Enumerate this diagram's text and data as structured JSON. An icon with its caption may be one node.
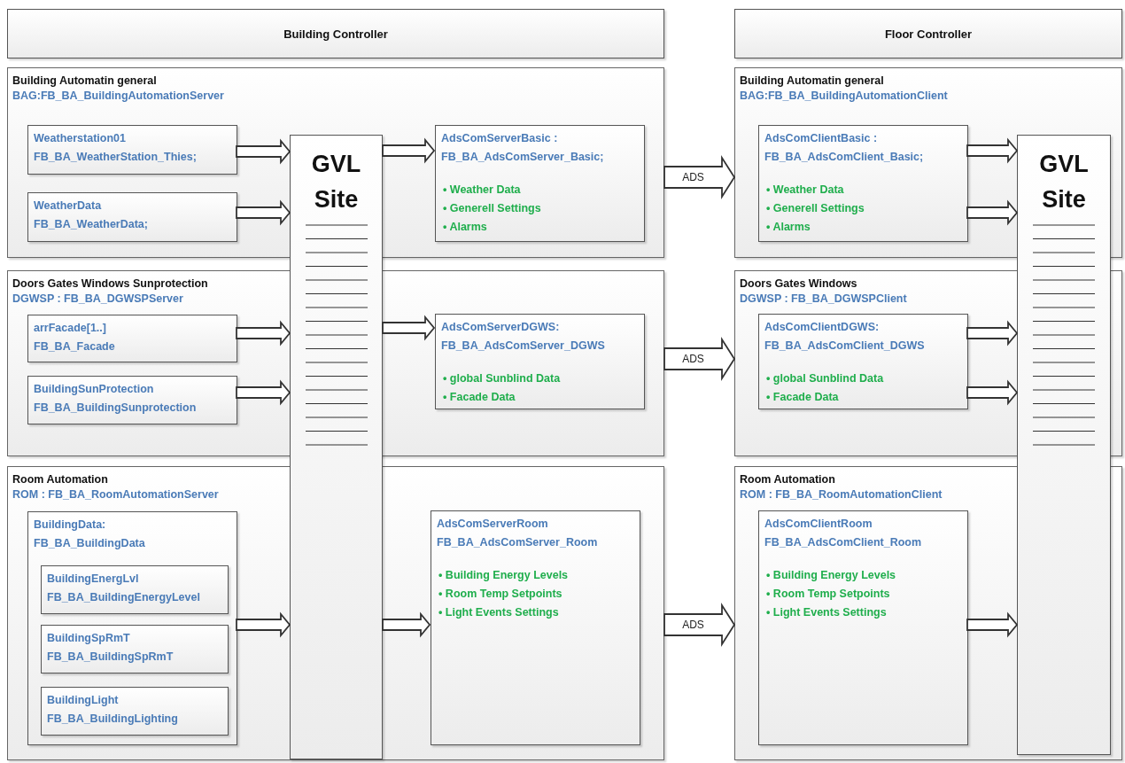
{
  "diagram": {
    "nodes": [
      {
        "text": [
          "Building Controller"
        ]
      },
      {
        "text": [
          "Floor Controller"
        ]
      },
      {
        "text": [
          "Building Automatin general",
          "BAG:FB_BA_BuildingAutomationServer"
        ]
      },
      {
        "text": [
          "Weatherstation01",
          "FB_BA_WeatherStation_Thies;"
        ],
        "in": 2
      },
      {
        "text": [
          "WeatherData",
          "FB_BA_WeatherData;"
        ],
        "in": 2
      },
      {
        "text": [
          "GVL Site"
        ]
      },
      {
        "text": [
          "AdsComServerBasic :",
          "FB_BA_AdsComServer_Basic;",
          "• Weather Data",
          "• Generell Settings",
          "• Alarms"
        ],
        "in": 2
      },
      {
        "text": [
          "Doors Gates Windows Sunprotection",
          "DGWSP : FB_BA_DGWSPServer"
        ]
      },
      {
        "text": [
          "arrFacade[1..]",
          "FB_BA_Facade"
        ],
        "in": 7
      },
      {
        "text": [
          "BuildingSunProtection",
          "FB_BA_BuildingSunprotection"
        ],
        "in": 7
      },
      {
        "text": [
          "AdsComServerDGWS:",
          "FB_BA_AdsComServer_DGWS",
          "• global Sunblind Data",
          "• Facade Data"
        ],
        "in": 7
      },
      {
        "text": [
          "Room Automation",
          "ROM : FB_BA_RoomAutomationServer"
        ]
      },
      {
        "text": [
          "BuildingData:",
          "FB_BA_BuildingData"
        ],
        "in": 11
      },
      {
        "text": [
          "BuildingEnergLvl",
          "FB_BA_BuildingEnergyLevel"
        ],
        "in": 12
      },
      {
        "text": [
          "BuildingSpRmT",
          "FB_BA_BuildingSpRmT"
        ],
        "in": 12
      },
      {
        "text": [
          "BuildingLight",
          "FB_BA_BuildingLighting"
        ],
        "in": 12
      },
      {
        "text": [
          "AdsComServerRoom",
          "FB_BA_AdsComServer_Room",
          "• Building Energy Levels",
          "• Room Temp Setpoints",
          "• Light Events Settings"
        ],
        "in": 11
      },
      {
        "text": [
          "Building Automatin general",
          "BAG:FB_BA_BuildingAutomationClient"
        ]
      },
      {
        "text": [
          "AdsComClientBasic :",
          "FB_BA_AdsComClient_Basic;",
          "• Weather Data",
          "• Generell Settings",
          "• Alarms"
        ],
        "in": 17
      },
      {
        "text": [
          "GVL Site"
        ]
      },
      {
        "text": [
          "Doors Gates Windows",
          "DGWSP : FB_BA_DGWSPClient"
        ]
      },
      {
        "text": [
          "AdsComClientDGWS:",
          "FB_BA_AdsComClient_DGWS",
          "• global Sunblind Data",
          "• Facade Data"
        ],
        "in": 20
      },
      {
        "text": [
          "Room Automation",
          "ROM : FB_BA_RoomAutomationClient"
        ]
      },
      {
        "text": [
          "AdsComClientRoom",
          "FB_BA_AdsComClient_Room",
          "• Building Energy Levels",
          "• Room Temp Setpoints",
          "• Light Events Settings"
        ],
        "in": 22
      }
    ],
    "edges": [
      {
        "from": 3,
        "to": 5,
        "arrow": "to"
      },
      {
        "from": 4,
        "to": 5,
        "arrow": "to"
      },
      {
        "from": 5,
        "to": 6,
        "arrow": "to"
      },
      {
        "from": 8,
        "to": 5,
        "arrow": "to"
      },
      {
        "from": 9,
        "to": 5,
        "arrow": "to"
      },
      {
        "from": 5,
        "to": 10,
        "arrow": "to"
      },
      {
        "from": 12,
        "to": 5,
        "arrow": "to"
      },
      {
        "from": 5,
        "to": 16,
        "arrow": "to"
      },
      {
        "from": 2,
        "to": 17,
        "label": "ADS",
        "arrow": "to"
      },
      {
        "from": 7,
        "to": 20,
        "label": "ADS",
        "arrow": "to"
      },
      {
        "from": 11,
        "to": 22,
        "label": "ADS",
        "arrow": "to"
      },
      {
        "from": 18,
        "to": 19,
        "arrow": "to"
      },
      {
        "from": 18,
        "to": 19,
        "arrow": "to"
      },
      {
        "from": 21,
        "to": 19,
        "arrow": "to"
      },
      {
        "from": 21,
        "to": 19,
        "arrow": "to"
      },
      {
        "from": 23,
        "to": 19,
        "arrow": "to"
      }
    ]
  }
}
